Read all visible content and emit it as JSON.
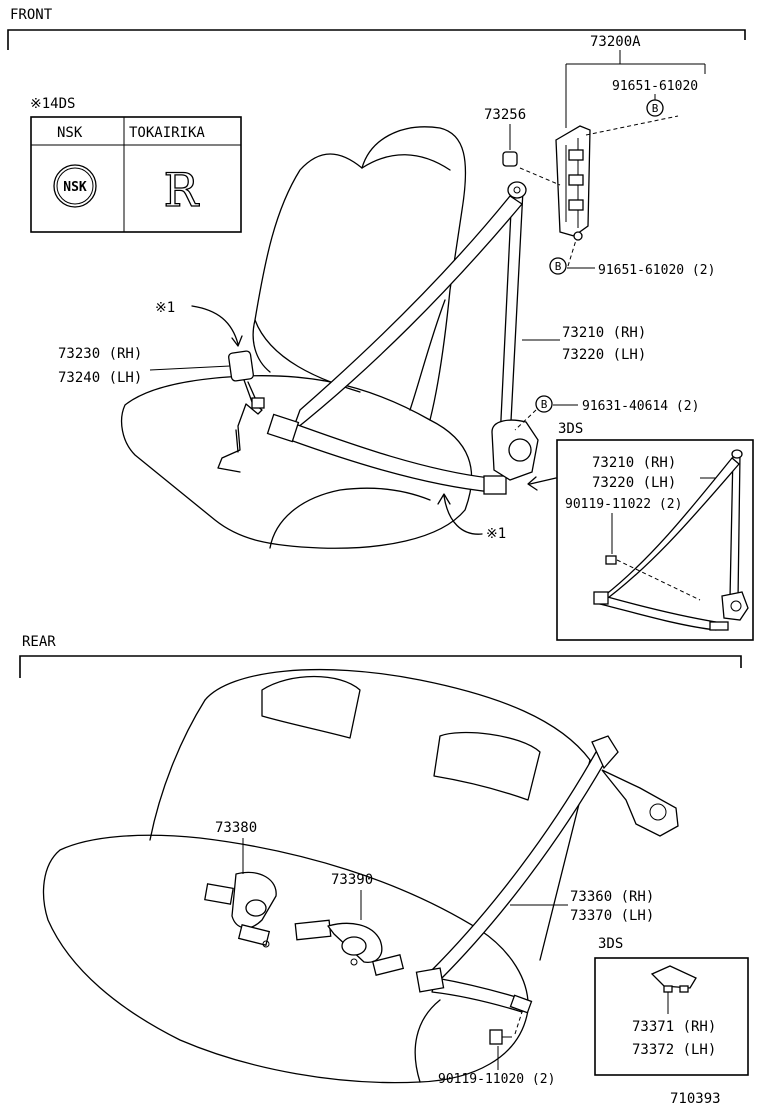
{
  "sections": {
    "front": "FRONT",
    "rear": "REAR"
  },
  "variant_table": {
    "note": "※14DS",
    "col1": "NSK",
    "col2": "TOKAIRIKA",
    "logo1_text": "NSK",
    "logo2_text": "R"
  },
  "front_labels": {
    "assembly": "73200A",
    "bolt_top": "91651-61020",
    "bolt_bottom": "91651-61020 (2)",
    "cover": "73256",
    "belt_rh": "73210 (RH)",
    "belt_lh": "73220 (LH)",
    "buckle_rh": "73230 (RH)",
    "buckle_lh": "73240 (LH)",
    "bolt_anchor": "91631-40614 (2)",
    "ref_mark_1": "※1",
    "ref_mark_2": "※1",
    "bolt_symbol": "B"
  },
  "inset_3ds_front": {
    "title": "3DS",
    "belt_rh": "73210 (RH)",
    "belt_lh": "73220 (LH)",
    "bolt": "90119-11022 (2)"
  },
  "rear_labels": {
    "buckle_left": "73380",
    "buckle_center": "73390",
    "belt_rh": "73360 (RH)",
    "belt_lh": "73370 (LH)",
    "bolt": "90119-11020 (2)"
  },
  "inset_3ds_rear": {
    "title": "3DS",
    "part_rh": "73371 (RH)",
    "part_lh": "73372 (LH)"
  },
  "figure_number": "710393"
}
